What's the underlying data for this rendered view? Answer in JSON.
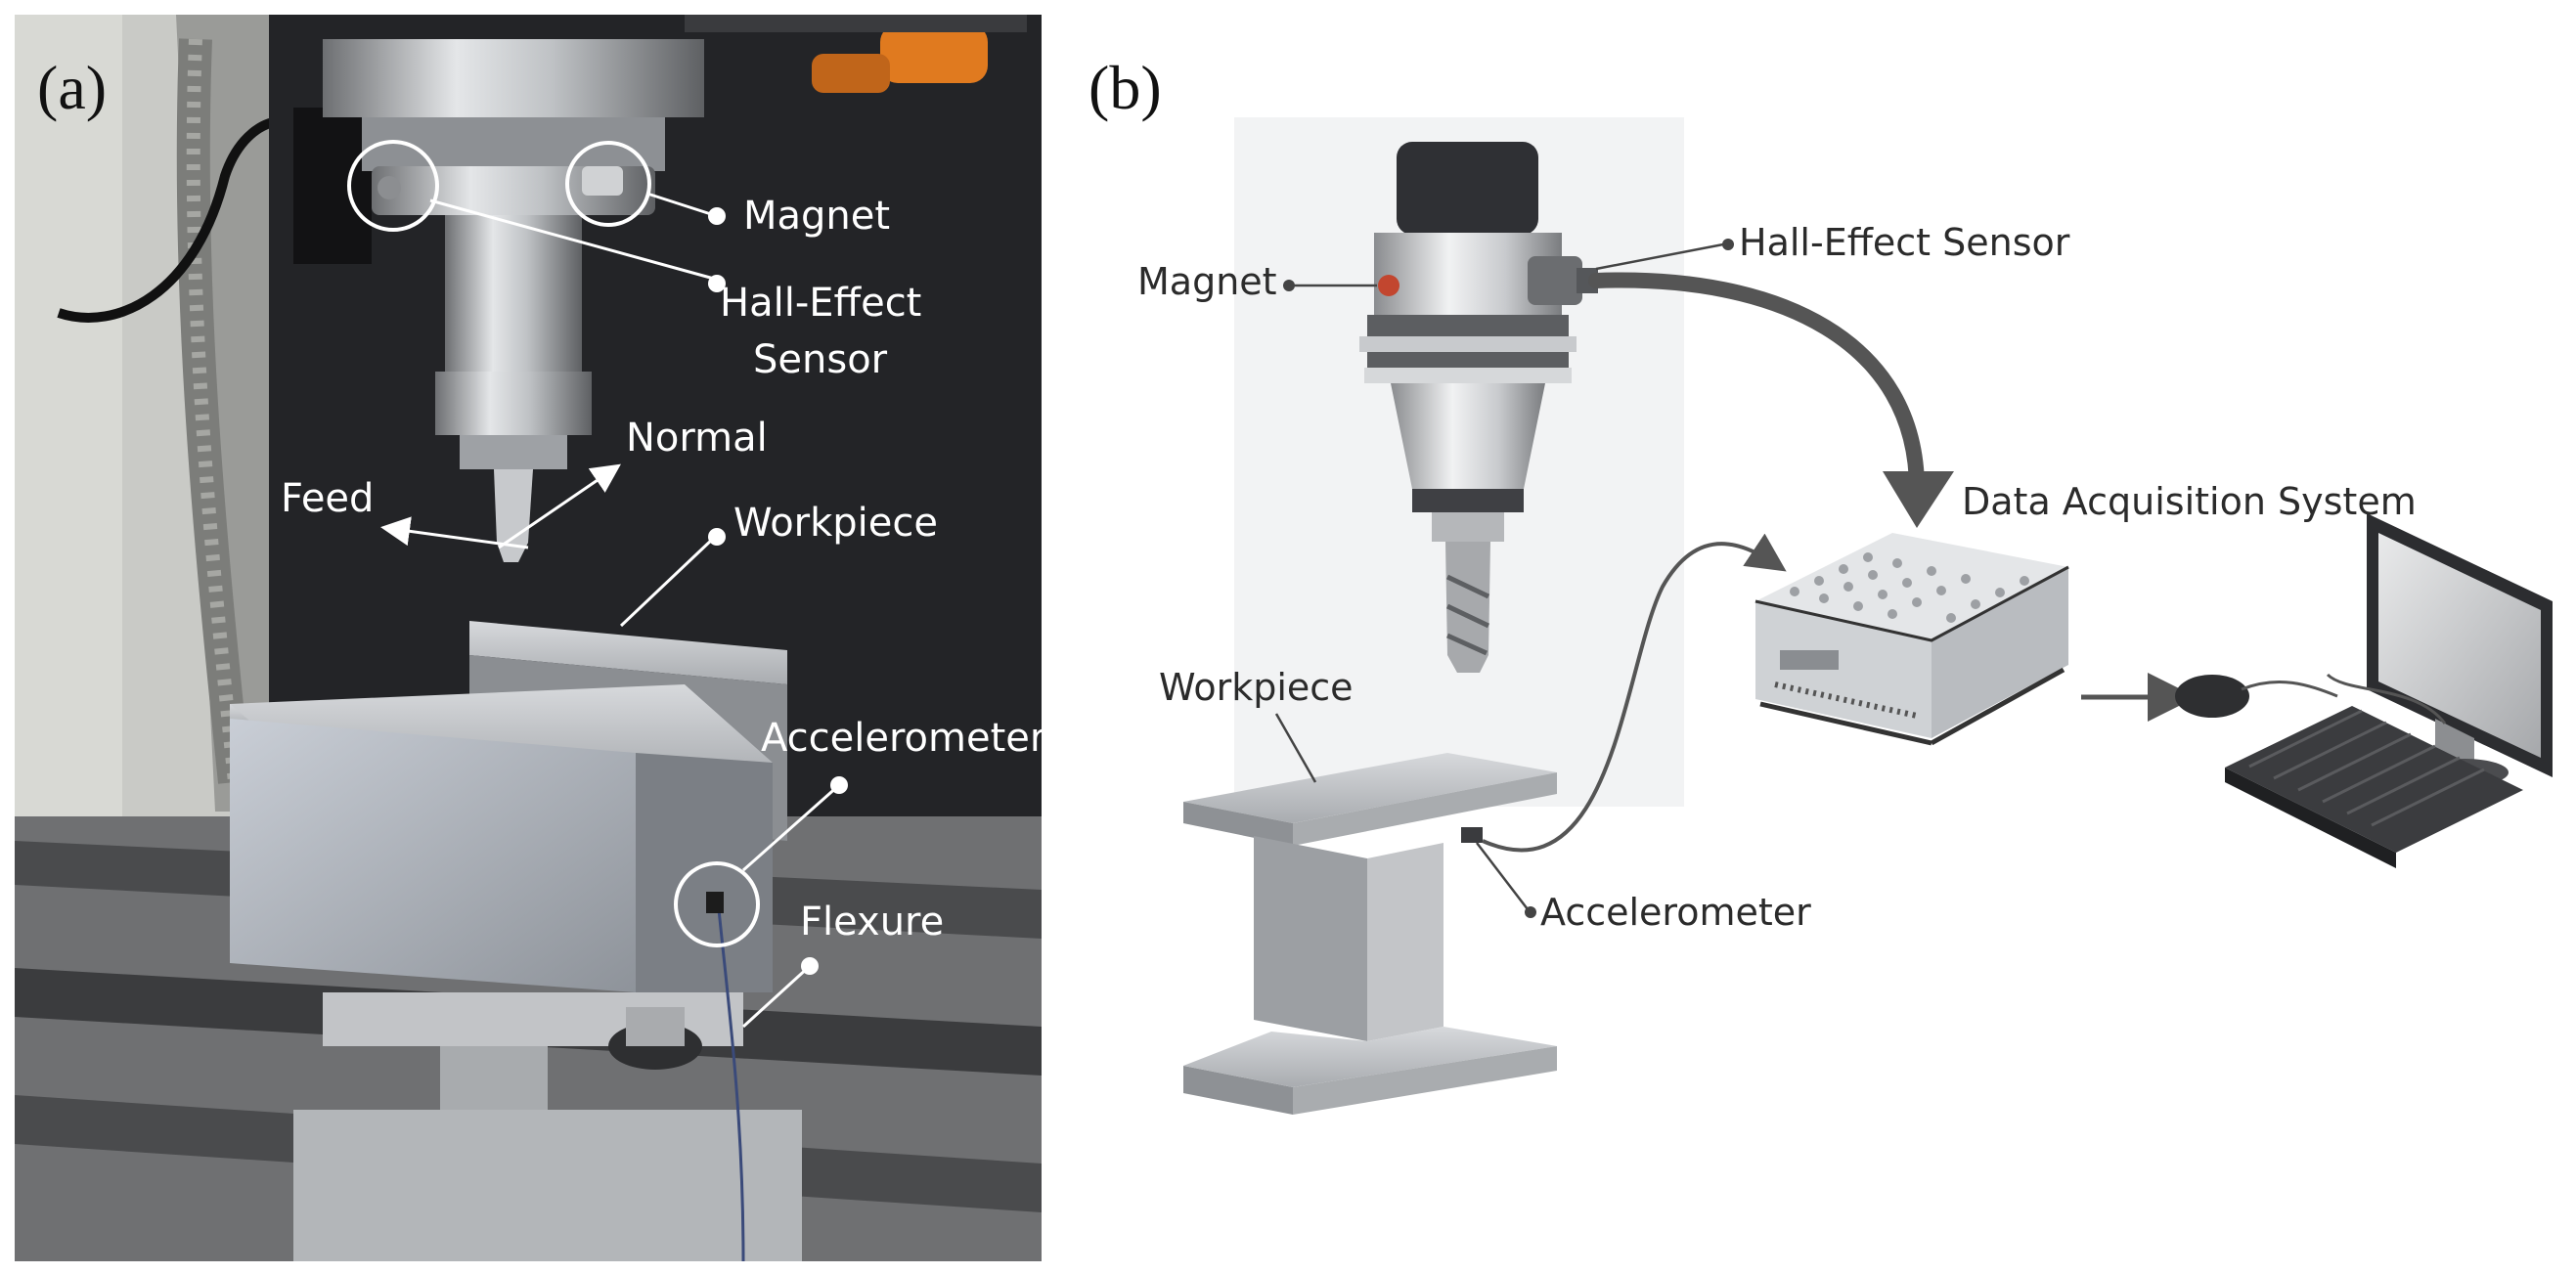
{
  "panel_a": {
    "label": "(a)",
    "callouts": {
      "magnet": "Magnet",
      "hall_line1": "Hall-Effect",
      "hall_line2": "Sensor",
      "normal": "Normal",
      "feed": "Feed",
      "workpiece": "Workpiece",
      "accelerometer": "Accelerometer",
      "flexure": "Flexure"
    }
  },
  "panel_b": {
    "label": "(b)",
    "callouts": {
      "magnet": "Magnet",
      "hall": "Hall-Effect Sensor",
      "daq": "Data Acquisition System",
      "workpiece": "Workpiece",
      "accelerometer": "Accelerometer"
    }
  },
  "colors": {
    "photo_dark": "#1b1b1d",
    "aluminum": "#b9bcc0",
    "cable": "#555555",
    "leader_dark": "#444444",
    "leader_light": "#ffffff"
  }
}
